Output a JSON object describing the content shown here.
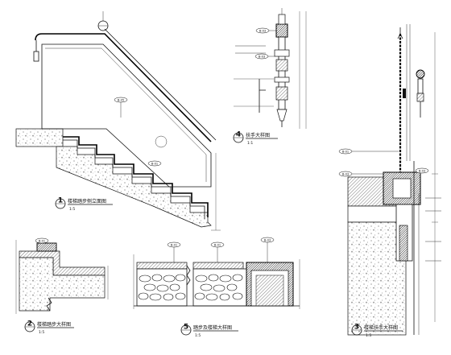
{
  "drawing_sheet": {
    "views": [
      {
        "number": "1",
        "title": "楼梯踏步侧立面图",
        "scale": "1:5"
      },
      {
        "number": "2",
        "title": "楼梯踏步大样图",
        "scale": "1:5"
      },
      {
        "number": "3",
        "title": "楼梯扶手大样图",
        "scale": "1:5"
      },
      {
        "number": "4",
        "title": "扶手大样图",
        "scale": "1:1"
      },
      {
        "number": "5",
        "title": "踏步及楼梯大样图",
        "scale": "1:5"
      }
    ],
    "material_tags": {
      "handrail": "B-03",
      "glass": "B-05",
      "stair_tread": "B-01",
      "post_cap": "B-03",
      "post_clamp": "B-03",
      "floor_finish": "B-01",
      "pebble": "B-01",
      "frame": "B-03",
      "anchor": "B-03"
    }
  }
}
